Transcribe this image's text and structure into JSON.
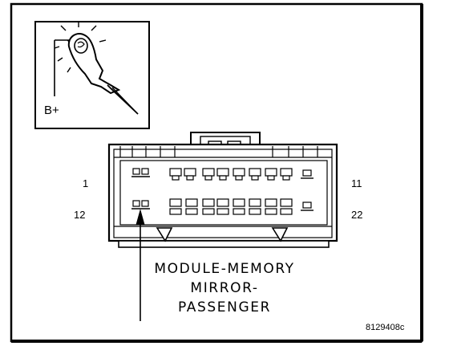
{
  "probe_inset": {
    "icon": "test-light-probe-icon",
    "supply_label": "B+"
  },
  "connector": {
    "icon": "connector-face-icon",
    "pin_labels": {
      "top_left": "1",
      "top_right": "11",
      "bottom_left": "12",
      "bottom_right": "22"
    },
    "top_row_cavities": 11,
    "bottom_row_cavities": 11
  },
  "caption": {
    "line1": "MODULE-MEMORY",
    "line2": "MIRROR-",
    "line3": "PASSENGER"
  },
  "figure_number": "8129408c",
  "colors": {
    "line": "#000000",
    "background": "#ffffff"
  }
}
